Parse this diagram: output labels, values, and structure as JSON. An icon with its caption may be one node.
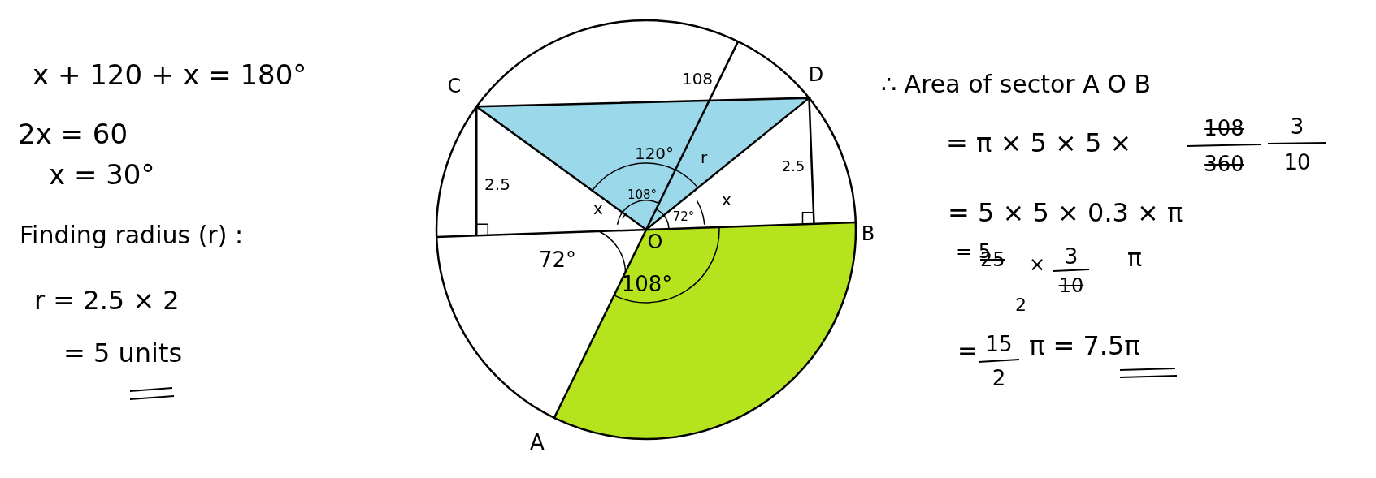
{
  "diagram": {
    "labels": [
      "x + 120 + x = 180°",
      "2x = 60",
      "x = 30°",
      "Finding radius (r) :",
      "r = 2.5 × 2",
      "= 5 units",
      "C",
      "108",
      "D",
      "∴ Area of sector A O B",
      "= π × 5 × 5 ×",
      "108",
      "3",
      "360",
      "10",
      "120°",
      "r",
      "2.5",
      "2.5",
      "108°",
      "x",
      "72°",
      "x",
      "O",
      "B",
      "= 5 × 5 × 0.3 × π",
      "72°",
      "108°",
      "= 5",
      "25",
      "×",
      "3",
      "π",
      "10",
      "2",
      "=",
      "15",
      "2",
      "π = 7.5π",
      "A"
    ]
  }
}
